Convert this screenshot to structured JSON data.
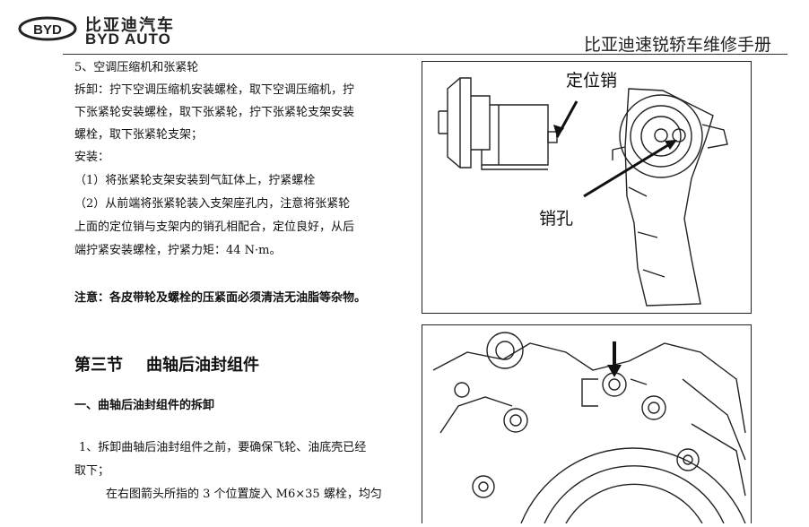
{
  "header": {
    "brand_cn": "比亚迪汽车",
    "brand_en": "BYD AUTO",
    "logo_text": "BYD",
    "manual_title": "比亚迪速锐轿车维修手册"
  },
  "body": {
    "item5_title": "5、空调压缩机和张紧轮",
    "removal_line1": "拆卸：拧下空调压缩机安装螺栓，取下空调压缩机，拧",
    "removal_line2": "下张紧轮安装螺栓，取下张紧轮，拧下张紧轮支架安装",
    "removal_line3": "螺栓，取下张紧轮支架；",
    "install_label": "安装：",
    "install_step1": "（1）将张紧轮支架安装到气缸体上，拧紧螺栓",
    "install_step2_line1": "（2）从前端将张紧轮装入支架座孔内，注意将张紧轮",
    "install_step2_line2": "上面的定位销与支架内的销孔相配合，定位良好，从后",
    "install_step2_line3": "端拧紧安装螺栓，拧紧力矩：44 N·m。",
    "note": "注意：各皮带轮及螺栓的压紧面必须清洁无油脂等杂物。",
    "section_number": "第三节",
    "section_name": "曲轴后油封组件",
    "subsection": "一、曲轴后油封组件的拆卸",
    "step1_line1": "1、拆卸曲轴后油封组件之前，要确保飞轮、油底壳已经",
    "step1_line2": "取下；",
    "step1_line3": "在右图箭头所指的 3 个位置旋入 M6×35 螺栓，均匀"
  },
  "figure1": {
    "label_pin": "定位销",
    "label_hole": "销孔"
  }
}
